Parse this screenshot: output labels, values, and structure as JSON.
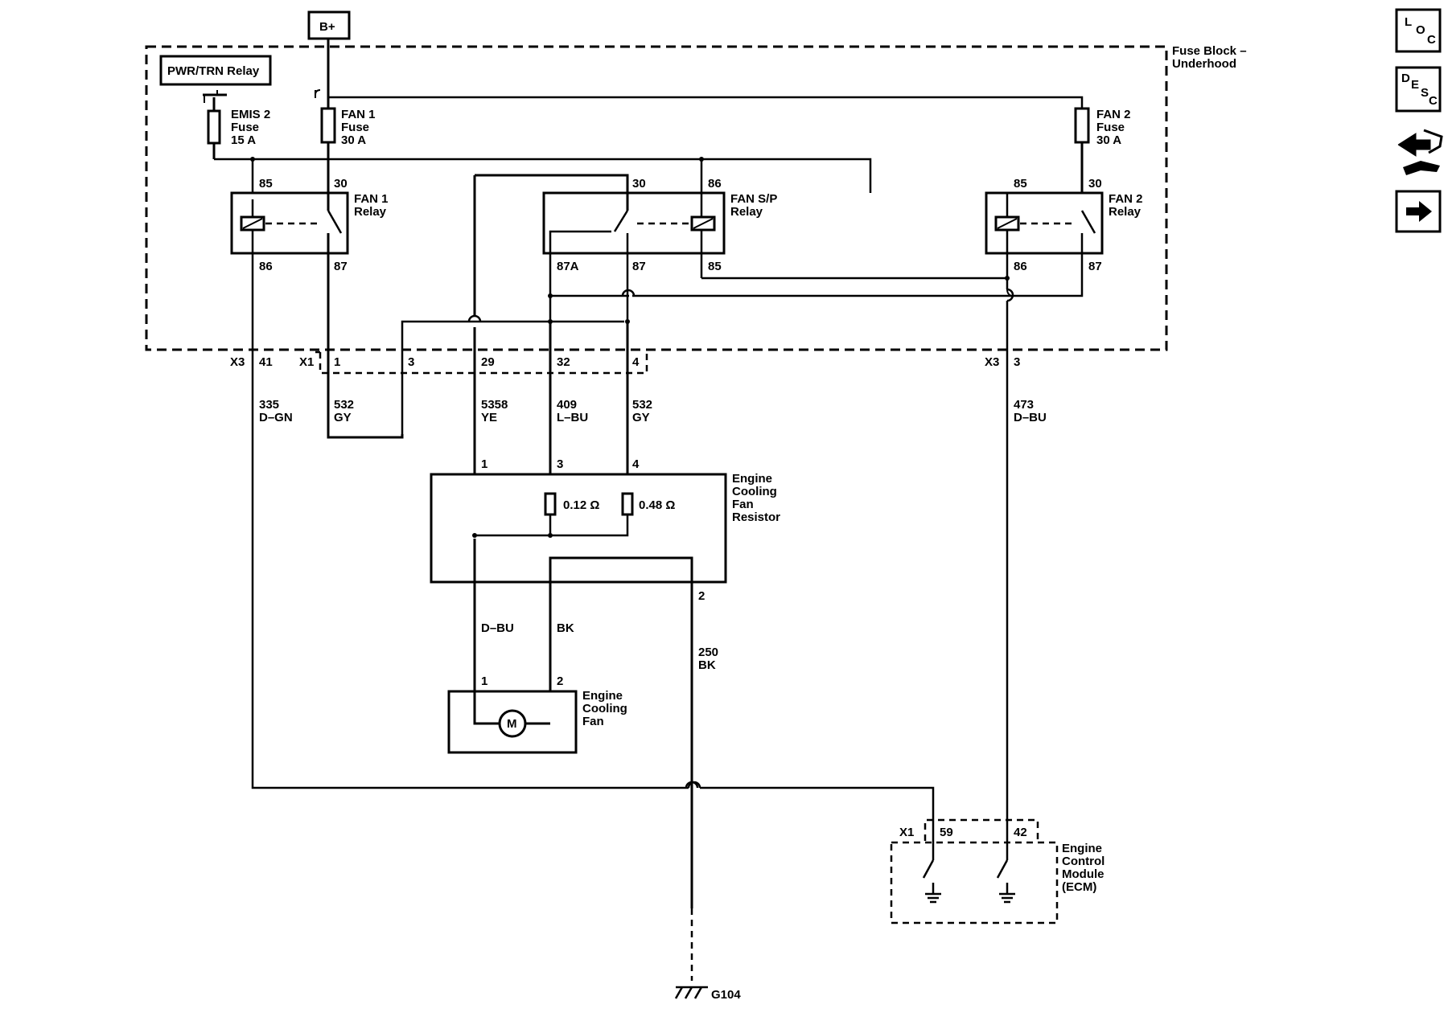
{
  "power": {
    "bplus": "B+"
  },
  "fuse_block": {
    "title_line1": "Fuse Block –",
    "title_line2": "Underhood",
    "pwr_trn_relay": "PWR/TRN Relay"
  },
  "fuses": {
    "emis2": {
      "l1": "EMIS 2",
      "l2": "Fuse",
      "l3": "15 A"
    },
    "fan1": {
      "l1": "FAN 1",
      "l2": "Fuse",
      "l3": "30 A"
    },
    "fan2": {
      "l1": "FAN 2",
      "l2": "Fuse",
      "l3": "30 A"
    }
  },
  "relays": {
    "fan1": {
      "l1": "FAN 1",
      "l2": "Relay",
      "p85": "85",
      "p30": "30",
      "p86": "86",
      "p87": "87"
    },
    "fansp": {
      "l1": "FAN S/P",
      "l2": "Relay",
      "p30": "30",
      "p86": "86",
      "p87a": "87A",
      "p87": "87",
      "p85": "85"
    },
    "fan2": {
      "l1": "FAN 2",
      "l2": "Relay",
      "p85": "85",
      "p30": "30",
      "p86": "86",
      "p87": "87"
    }
  },
  "connectors": {
    "x3_left": "X3",
    "x3_left_pin": "41",
    "x1": "X1",
    "x1_p1": "1",
    "x1_p3": "3",
    "x1_p29": "29",
    "x1_p32": "32",
    "x1_p4": "4",
    "x3_right": "X3",
    "x3_right_pin": "3"
  },
  "wires": {
    "w335": {
      "num": "335",
      "color": "D–GN"
    },
    "w532a": {
      "num": "532",
      "color": "GY"
    },
    "w5358": {
      "num": "5358",
      "color": "YE"
    },
    "w409": {
      "num": "409",
      "color": "L–BU"
    },
    "w532b": {
      "num": "532",
      "color": "GY"
    },
    "w473": {
      "num": "473",
      "color": "D–BU"
    },
    "dbu": "D–BU",
    "bk": "BK",
    "w250": {
      "num": "250",
      "color": "BK"
    }
  },
  "resistor": {
    "l1": "Engine",
    "l2": "Cooling",
    "l3": "Fan",
    "l4": "Resistor",
    "p1": "1",
    "p3": "3",
    "p4": "4",
    "p2": "2",
    "r1": "0.12 Ω",
    "r2": "0.48 Ω"
  },
  "fan": {
    "l1": "Engine",
    "l2": "Cooling",
    "l3": "Fan",
    "p1": "1",
    "p2": "2",
    "motor": "M"
  },
  "ecm": {
    "conn": "X1",
    "p59": "59",
    "p42": "42",
    "l1": "Engine",
    "l2": "Control",
    "l3": "Module",
    "l4": "(ECM)"
  },
  "ground": {
    "label": "G104"
  },
  "nav": {
    "loc": {
      "a": "L",
      "b": "O",
      "c": "C"
    },
    "desc": {
      "a": "D",
      "b": "E",
      "c": "S",
      "d": "C"
    }
  }
}
